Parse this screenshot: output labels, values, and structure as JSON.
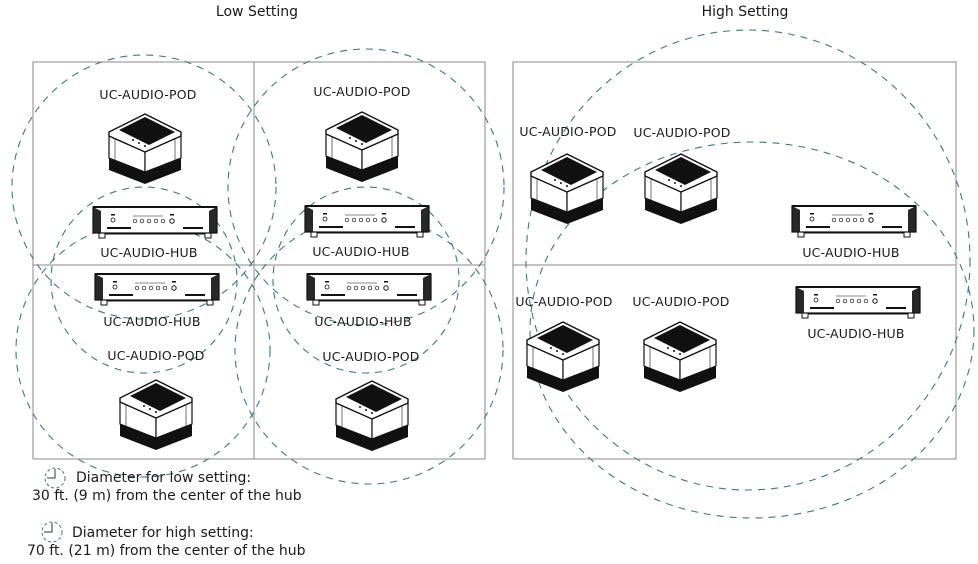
{
  "sections": {
    "low": {
      "title": "Low Setting"
    },
    "high": {
      "title": "High Setting"
    }
  },
  "devices": {
    "pod_label": "UC-AUDIO-POD",
    "hub_label": "UC-AUDIO-HUB"
  },
  "low_rooms": [
    {
      "pod_label": "UC-AUDIO-POD",
      "hub_label": "UC-AUDIO-HUB",
      "position": "top-left"
    },
    {
      "pod_label": "UC-AUDIO-POD",
      "hub_label": "UC-AUDIO-HUB",
      "position": "top-right"
    },
    {
      "pod_label": "UC-AUDIO-POD",
      "hub_label": "UC-AUDIO-HUB",
      "position": "bottom-left"
    },
    {
      "pod_label": "UC-AUDIO-POD",
      "hub_label": "UC-AUDIO-HUB",
      "position": "bottom-right"
    }
  ],
  "high_rooms": [
    {
      "pod_labels": [
        "UC-AUDIO-POD",
        "UC-AUDIO-POD"
      ],
      "hub_label": "UC-AUDIO-HUB",
      "position": "top"
    },
    {
      "pod_labels": [
        "UC-AUDIO-POD",
        "UC-AUDIO-POD"
      ],
      "hub_label": "UC-AUDIO-HUB",
      "position": "bottom"
    }
  ],
  "legend": [
    {
      "icon": "dashed-circle-radius-icon",
      "line1": "Diameter for low setting:",
      "line2": "30 ft. (9 m) from the center of the hub",
      "setting": "low",
      "distance_ft": 30,
      "distance_m": 9
    },
    {
      "icon": "dashed-circle-radius-icon",
      "line1": "Diameter for high setting:",
      "line2": "70 ft. (21 m) from the center of the hub",
      "setting": "high",
      "distance_ft": 70,
      "distance_m": 21
    }
  ],
  "colors": {
    "coverage_circle": "#3d7a78",
    "room_wall": "#8a8a8a",
    "device_dark": "#111111"
  }
}
